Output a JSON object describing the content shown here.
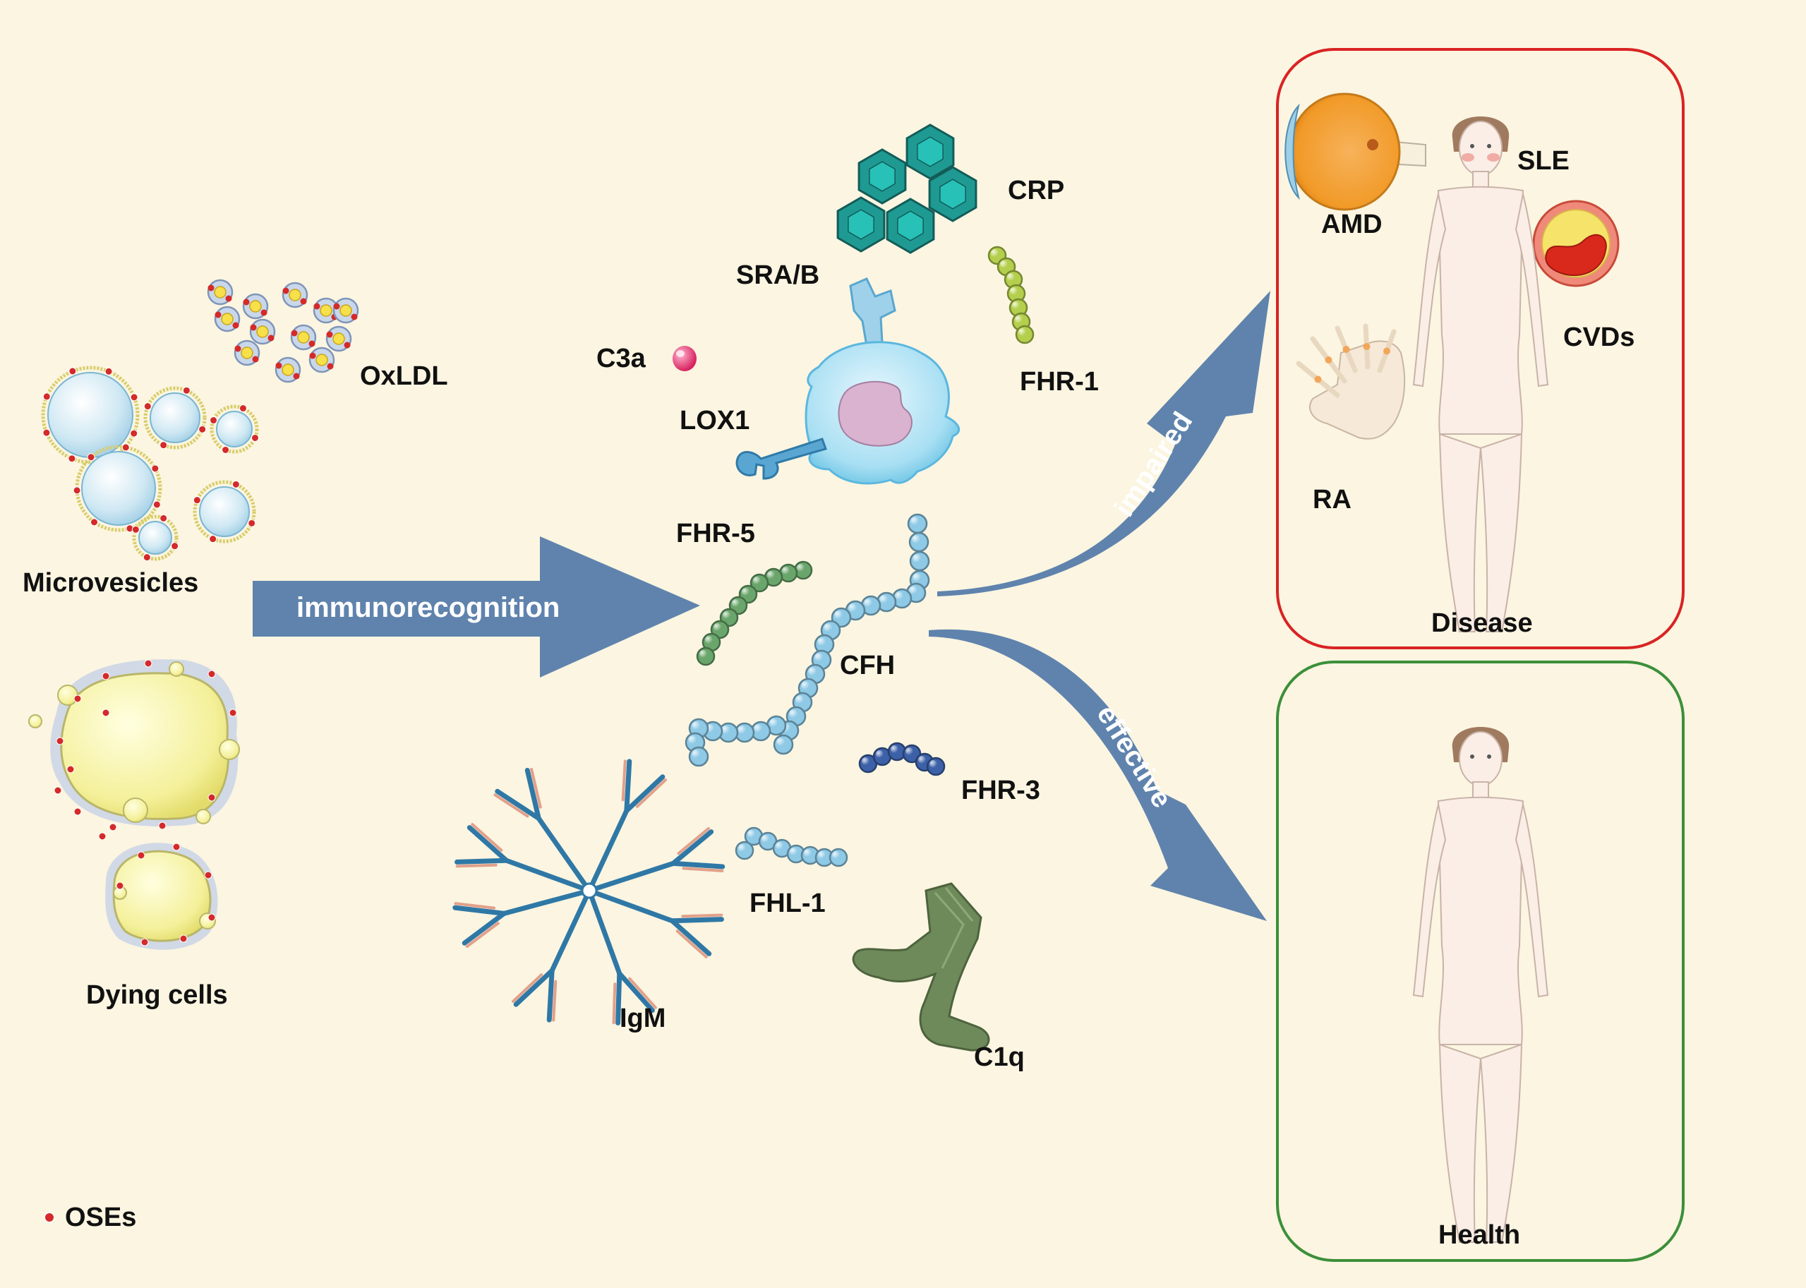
{
  "colors": {
    "background": "#fbf5e1",
    "arrow": "#5f83ad",
    "disease_border": "#d92323",
    "health_border": "#3c8f3a",
    "ose_dot": "#d42a2a",
    "cfh": "#8ec9e6",
    "fhr5": "#6aa66b",
    "fhr1": "#b4cf4c",
    "fhr3": "#3c61a8",
    "crp": "#1f9a93",
    "c1q": "#6d8558",
    "igm": "#2f78a6",
    "c3a": "#e8407a"
  },
  "sources": {
    "oxldl": "OxLDL",
    "microvesicles": "Microvesicles",
    "dying_cells": "Dying cells"
  },
  "arrows": {
    "immunorecognition": "immunorecognition",
    "impaired": "impaired",
    "effective": "effective"
  },
  "molecules": {
    "crp": "CRP",
    "sra_b": "SRA/B",
    "c3a": "C3a",
    "lox1": "LOX1",
    "fhr1": "FHR-1",
    "fhr5": "FHR-5",
    "cfh": "CFH",
    "fhr3": "FHR-3",
    "fhl1": "FHL-1",
    "igm": "IgM",
    "c1q": "C1q"
  },
  "outcomes": {
    "disease": {
      "title": "Disease",
      "conditions": [
        "AMD",
        "SLE",
        "CVDs",
        "RA"
      ]
    },
    "health": {
      "title": "Health"
    }
  },
  "legend": {
    "ose_label": "OSEs"
  }
}
